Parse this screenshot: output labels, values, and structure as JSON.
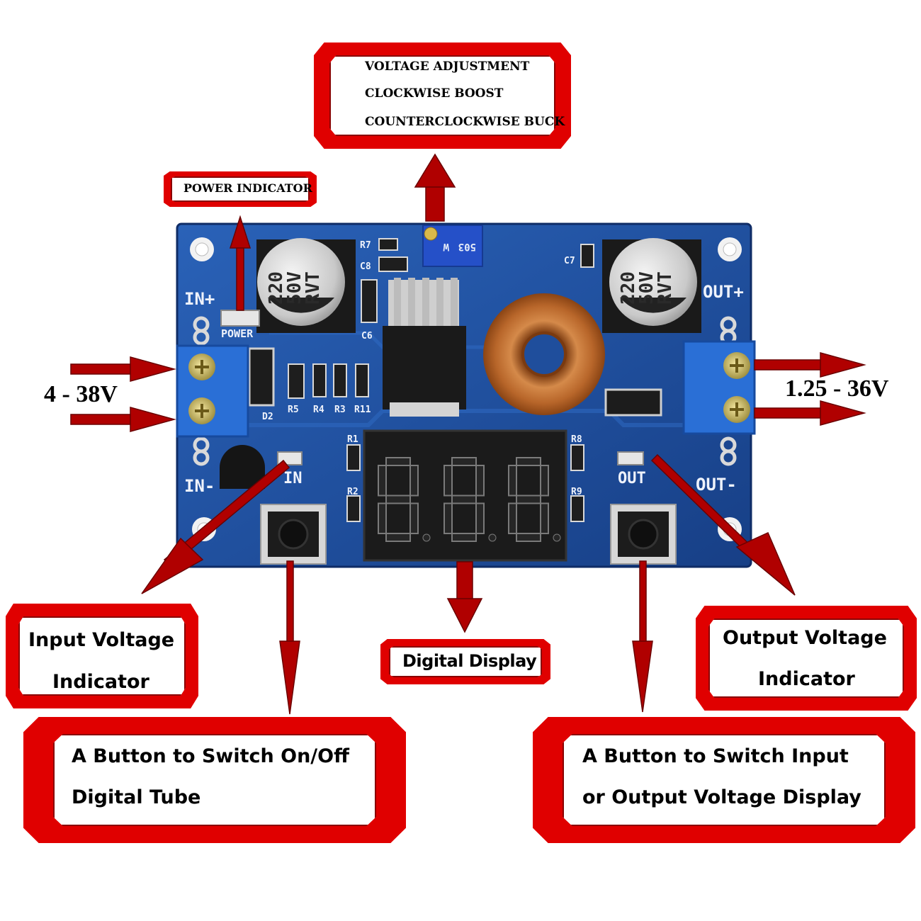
{
  "callouts": {
    "voltage_adjustment": [
      "VOLTAGE ADJUSTMENT",
      "CLOCKWISE BOOST",
      "COUNTERCLOCKWISE BUCK"
    ],
    "power_indicator": "POWER INDICATOR",
    "input_voltage_indicator": [
      "Input Voltage",
      "Indicator"
    ],
    "digital_display": "Digital Display",
    "output_voltage_indicator": [
      "Output Voltage",
      "Indicator"
    ],
    "onoff_button": [
      "A Button to Switch On/Off",
      "Digital Tube"
    ],
    "switch_display_button": [
      "A Button to Switch Input",
      "or Output Voltage Display"
    ]
  },
  "voltages": {
    "input": "4 - 38V",
    "output": "1.25 - 36V"
  },
  "board": {
    "silkscreen": {
      "in_plus": "IN+",
      "in_minus": "IN-",
      "out_plus": "OUT+",
      "out_minus": "OUT-",
      "power": "POWER",
      "in_led": "IN",
      "out_led": "OUT",
      "cap_left": [
        "220",
        "50V",
        "RVT"
      ],
      "cap_right": [
        "220",
        "50V",
        "RVT"
      ],
      "pot": [
        "W",
        "503"
      ],
      "refs": [
        "R7",
        "C8",
        "C6",
        "C7",
        "D2",
        "R5",
        "R4",
        "R3",
        "R11",
        "R1",
        "R2",
        "R8",
        "R9"
      ]
    },
    "display_digits": [
      "8",
      "8",
      "8"
    ]
  },
  "colors": {
    "frame_red": "#e00000",
    "arrow_red": "#b00000",
    "pcb_blue": "#1f4e9c",
    "terminal_blue": "#2a6fd6"
  }
}
